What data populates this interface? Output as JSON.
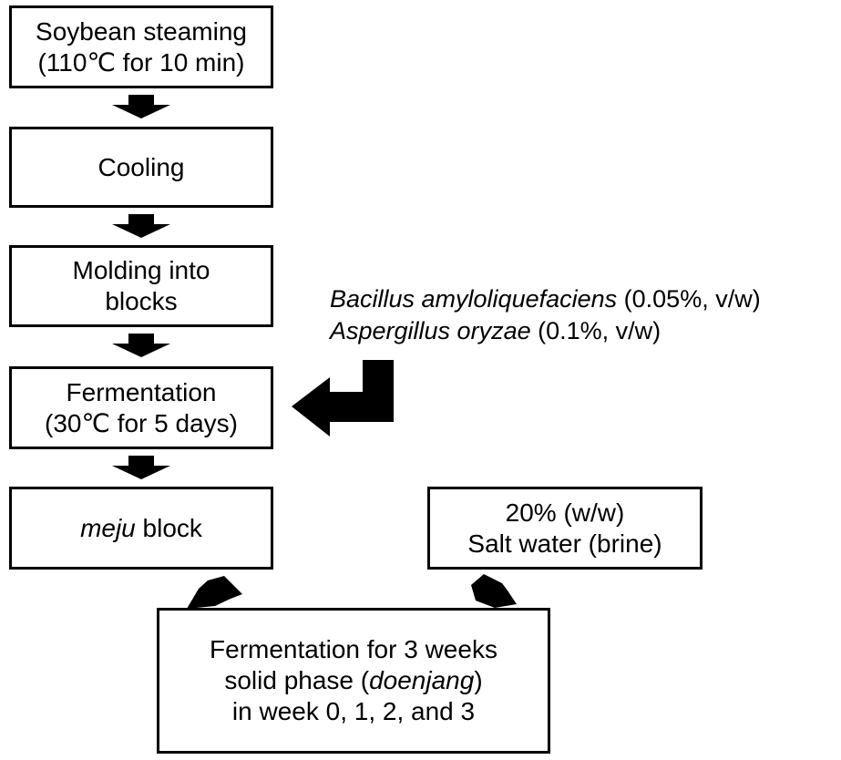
{
  "steps": {
    "steaming": {
      "line1": "Soybean steaming",
      "line2": "(110℃ for 10 min)"
    },
    "cooling": {
      "label": "Cooling"
    },
    "molding": {
      "line1": "Molding into",
      "line2": "blocks"
    },
    "fermentation": {
      "line1": "Fermentation",
      "line2": "(30℃ for 5 days)"
    },
    "meju": {
      "italic": "meju",
      "rest": " block"
    },
    "brine": {
      "line1": "20% (w/w)",
      "line2": "Salt water (brine)"
    },
    "final": {
      "line1": "Fermentation for 3 weeks",
      "line2_pre": "solid phase (",
      "line2_italic": "doenjang",
      "line2_post": ")",
      "line3": "in week 0, 1, 2, and 3"
    }
  },
  "inoculum": [
    {
      "species": "Bacillus amyloliquefaciens",
      "amount": " (0.05%, v/w)"
    },
    {
      "species": "Aspergillus oryzae",
      "amount": " (0.1%, v/w)"
    }
  ]
}
